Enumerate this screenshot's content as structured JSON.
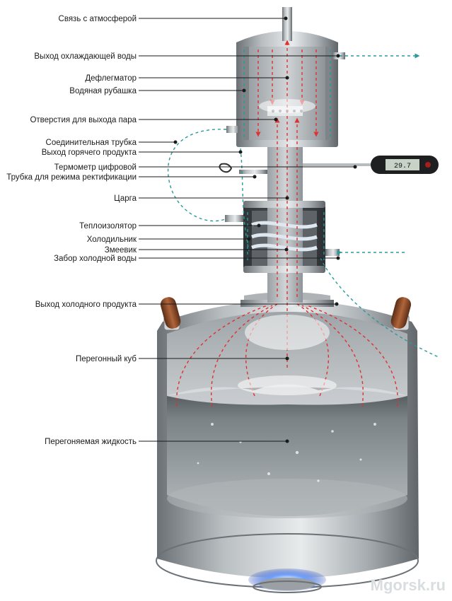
{
  "labels": {
    "atmosphere": "Связь с атмосферой",
    "cooling_water_out": "Выход охлаждающей воды",
    "dephlegmator": "Дефлегматор",
    "water_jacket": "Водяная рубашка",
    "steam_holes": "Отверстия для выхода пара",
    "connecting_tube": "Соединительная трубка",
    "hot_product_out": "Выход горячего продукта",
    "digital_thermometer": "Термометр цифровой",
    "rectification_tube": "Трубка для режима ректификации",
    "column": "Царга",
    "insulator": "Теплоизолятор",
    "cooler": "Холодильник",
    "coil": "Змеевик",
    "cold_water_in": "Забор холодной воды",
    "cold_product_out": "Выход холодного продукта",
    "still_pot": "Перегонный куб",
    "distilled_liquid": "Перегоняемая жидкость"
  },
  "thermometer_display": "29.7",
  "watermark": "Mgorsk.ru",
  "colors": {
    "steam": "#e03030",
    "water": "#2a9a9a",
    "metal": "#8c9296",
    "handle": "#8a4a2a",
    "flame": "#3b6fd8"
  }
}
